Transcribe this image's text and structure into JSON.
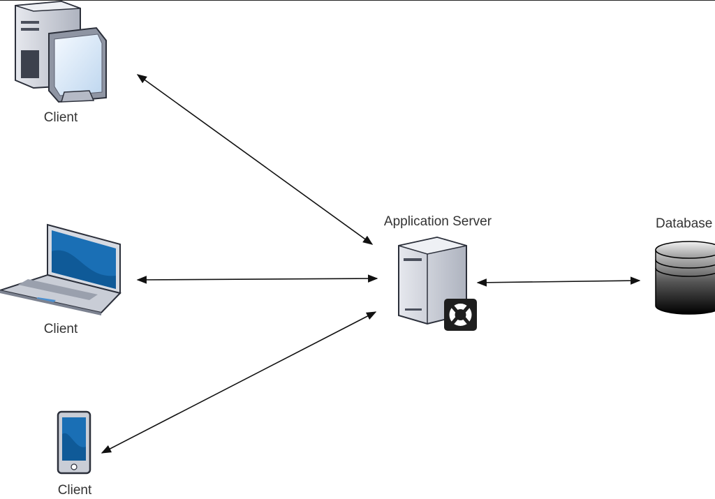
{
  "nodes": {
    "client_desktop": {
      "label": "Client",
      "icon": "desktop-computer-icon"
    },
    "client_laptop": {
      "label": "Client",
      "icon": "laptop-icon"
    },
    "client_mobile": {
      "label": "Client",
      "icon": "mobile-phone-icon"
    },
    "app_server": {
      "label": "Application Server",
      "icon": "application-server-icon"
    },
    "database": {
      "label": "Database",
      "icon": "database-icon"
    }
  },
  "edges": [
    {
      "from": "client_desktop",
      "to": "app_server",
      "direction": "both"
    },
    {
      "from": "client_laptop",
      "to": "app_server",
      "direction": "both"
    },
    {
      "from": "client_mobile",
      "to": "app_server",
      "direction": "both"
    },
    {
      "from": "app_server",
      "to": "database",
      "direction": "both"
    }
  ],
  "colors": {
    "screen_blue": "#1a6fb5",
    "case_gray": "#c9cdd6",
    "db_dark": "#111111",
    "edge": "#111111"
  }
}
